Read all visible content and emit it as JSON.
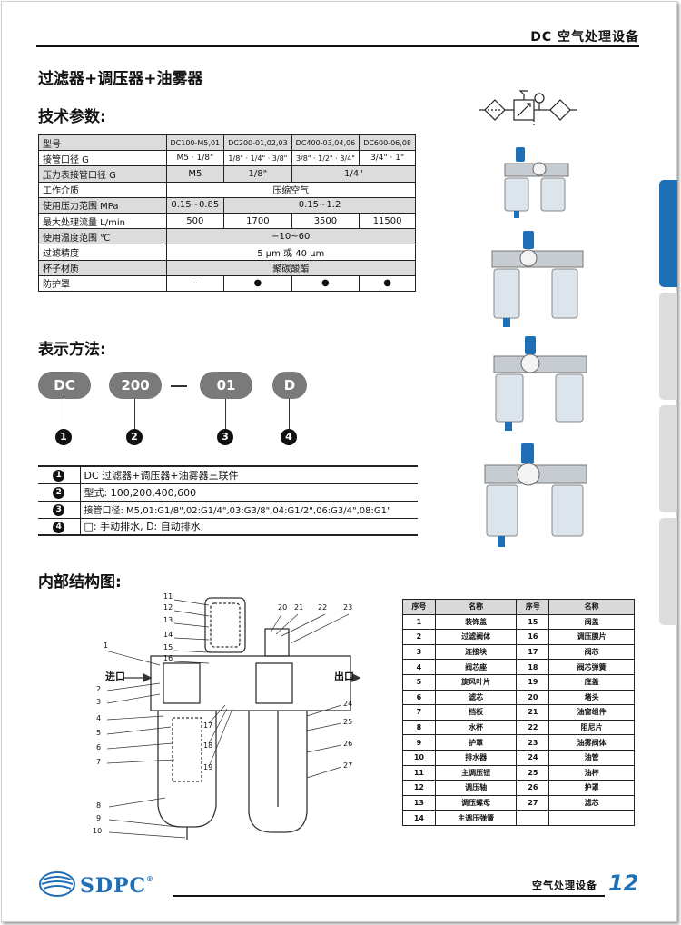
{
  "header": {
    "title": "DC 空气处理设备"
  },
  "main_title": "过滤器+调压器+油雾器",
  "tech": {
    "title": "技术参数:",
    "model_label": "型号",
    "models": [
      "DC100-M5,01",
      "DC200-01,02,03",
      "DC400-03,04,06",
      "DC600-06,08"
    ],
    "rows": {
      "port": {
        "label": "接管口径 G",
        "values": [
          "M5 · 1/8\"",
          "1/8\" · 1/4\" · 3/8\"",
          "3/8\" · 1/2\" · 3/4\"",
          "3/4\" · 1\""
        ]
      },
      "gauge": {
        "label": "压力表接管口径 G",
        "values": [
          "M5",
          "1/8\"",
          "1/4\""
        ]
      },
      "medium": {
        "label": "工作介质",
        "value": "压缩空气"
      },
      "pressure": {
        "label": "使用压力范围 MPa",
        "values": [
          "0.15~0.85",
          "0.15~1.2"
        ]
      },
      "flow": {
        "label": "最大处理流量 L/min",
        "values": [
          "500",
          "1700",
          "3500",
          "11500"
        ]
      },
      "temp": {
        "label": "使用温度范围 ℃",
        "value": "−10~60"
      },
      "filter": {
        "label": "过滤精度",
        "value": "5 μm 或 40 μm"
      },
      "cup": {
        "label": "杯子材质",
        "value": "聚碳酸酯"
      },
      "guard": {
        "label": "防护罩",
        "values": [
          "–",
          "●",
          "●",
          "●"
        ]
      }
    }
  },
  "ordering": {
    "title": "表示方法:",
    "codes": [
      "DC",
      "200",
      "01",
      "D"
    ],
    "numbers": [
      "1",
      "2",
      "3",
      "4"
    ],
    "legend": [
      {
        "n": "1",
        "text": "DC 过滤器+调压器+油雾器三联件"
      },
      {
        "n": "2",
        "text": "型式: 100,200,400,600"
      },
      {
        "n": "3",
        "text": "接管口径: M5,01:G1/8\",02:G1/4\",03:G3/8\",04:G1/2\",06:G3/4\",08:G1\""
      },
      {
        "n": "4",
        "text": "□: 手动排水, D: 自动排水;"
      }
    ]
  },
  "structure": {
    "title": "内部结构图:",
    "inlet": "进口",
    "outlet": "出口",
    "callouts": [
      "1",
      "2",
      "3",
      "4",
      "5",
      "6",
      "7",
      "8",
      "9",
      "10",
      "11",
      "12",
      "13",
      "14",
      "15",
      "16",
      "17",
      "18",
      "19",
      "20",
      "21",
      "22",
      "23",
      "24",
      "25",
      "26",
      "27"
    ]
  },
  "parts": {
    "headers": [
      "序号",
      "名称",
      "序号",
      "名称"
    ],
    "rows": [
      [
        "1",
        "装饰盖",
        "15",
        "阀盖"
      ],
      [
        "2",
        "过滤阀体",
        "16",
        "调压膜片"
      ],
      [
        "3",
        "连接块",
        "17",
        "阀芯"
      ],
      [
        "4",
        "阀芯座",
        "18",
        "阀芯弹簧"
      ],
      [
        "5",
        "旋风叶片",
        "19",
        "底盖"
      ],
      [
        "6",
        "滤芯",
        "20",
        "堵头"
      ],
      [
        "7",
        "挡板",
        "21",
        "油窗组件"
      ],
      [
        "8",
        "水杯",
        "22",
        "阻尼片"
      ],
      [
        "9",
        "护罩",
        "23",
        "油雾阀体"
      ],
      [
        "10",
        "排水器",
        "24",
        "油管"
      ],
      [
        "11",
        "主调压钮",
        "25",
        "油杯"
      ],
      [
        "12",
        "调压轴",
        "26",
        "护罩"
      ],
      [
        "13",
        "调压螺母",
        "27",
        "滤芯"
      ],
      [
        "14",
        "主调压弹簧",
        "",
        ""
      ]
    ]
  },
  "footer": {
    "brand": "SDPC",
    "reg": "®",
    "category": "空气处理设备",
    "page": "12"
  },
  "colors": {
    "accent": "#1e6fb5",
    "pill": "#7a7a7a",
    "shade": "#dcdcdc"
  }
}
